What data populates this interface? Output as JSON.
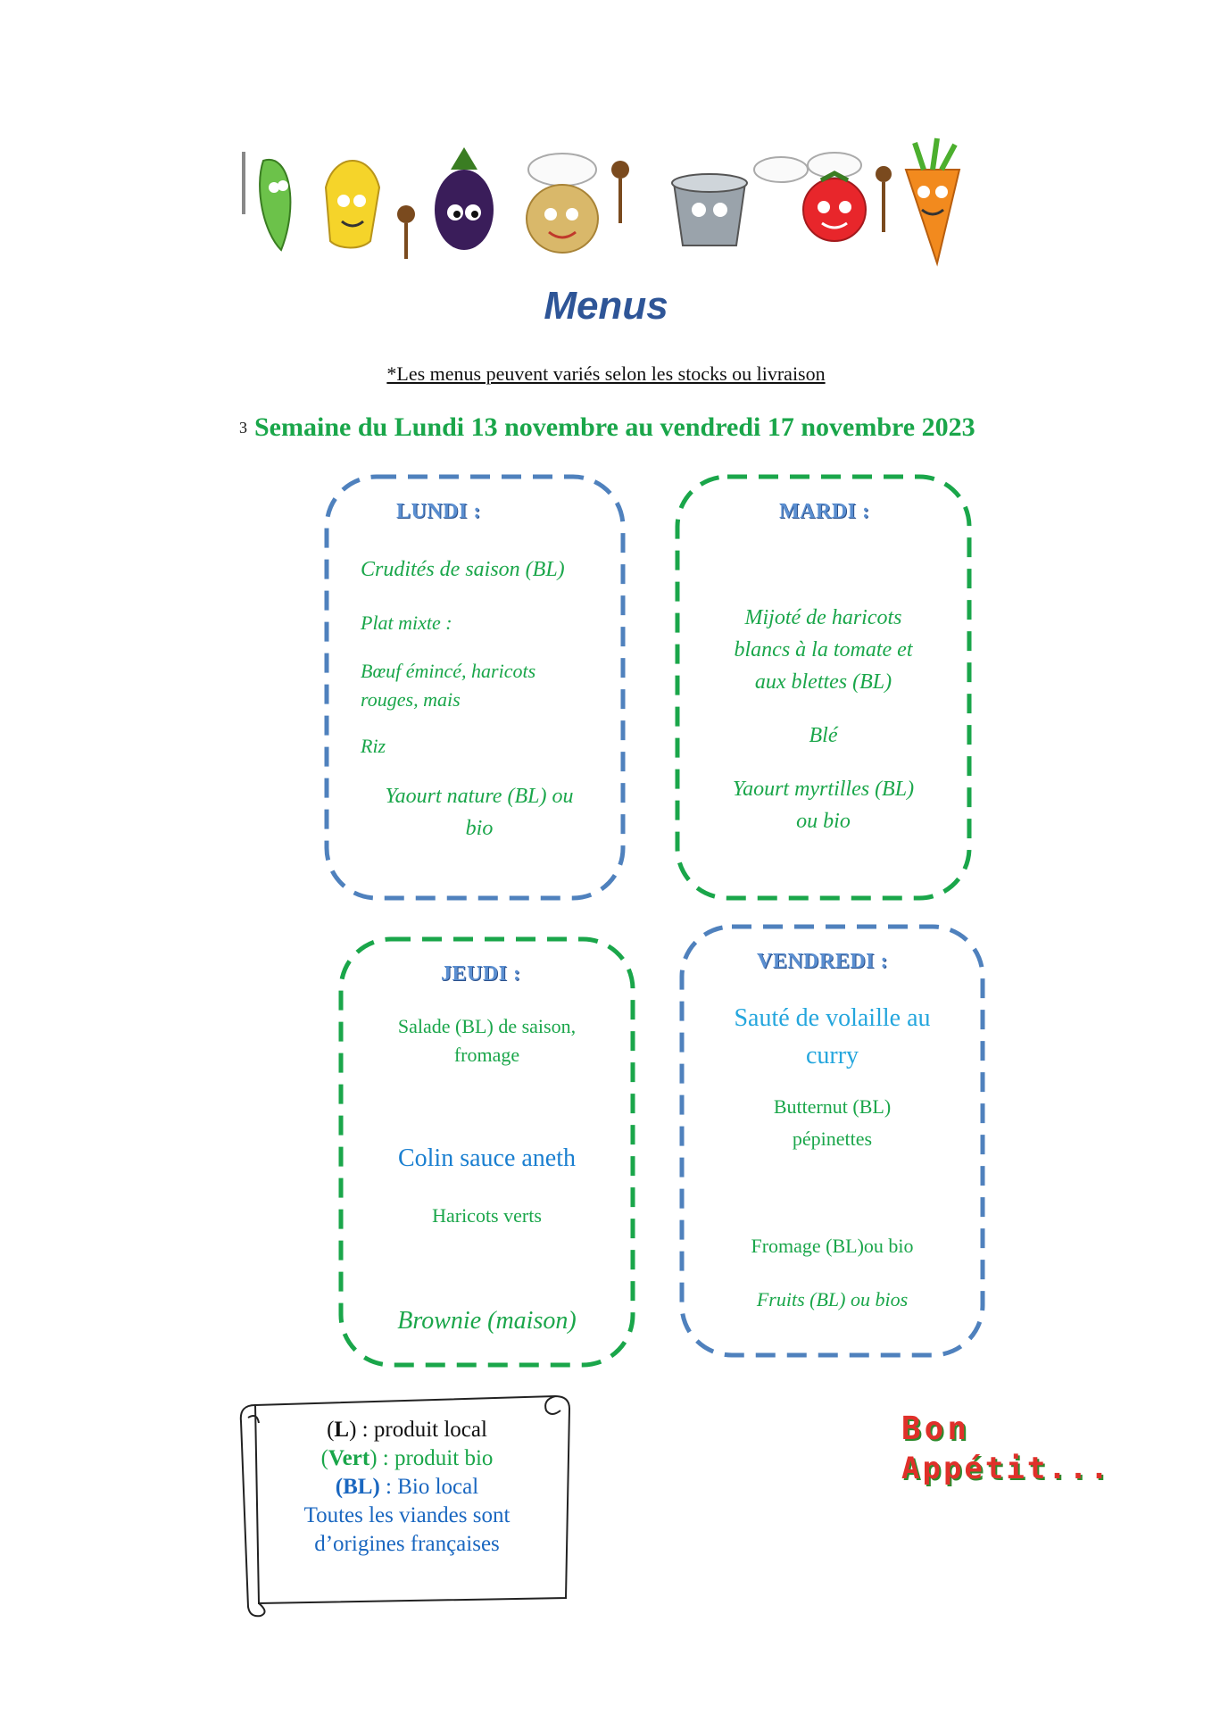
{
  "header": {
    "title": "Menus",
    "note": "*Les menus peuvent variés selon les stocks ou livraison",
    "week_number": "3",
    "week_title": "Semaine du Lundi 13 novembre au vendredi 17 novembre 2023"
  },
  "days": {
    "lundi": {
      "title": "LUNDI :",
      "items": [
        "Crudités de saison (BL)",
        "Plat mixte :",
        "Bœuf émincé, haricots",
        "rouges, mais",
        "Riz",
        "Yaourt nature (BL) ou",
        "bio"
      ]
    },
    "mardi": {
      "title": "MARDI :",
      "items": [
        "Mijoté de haricots",
        "blancs à la tomate et",
        "aux blettes (BL)",
        "Blé",
        "Yaourt myrtilles (BL)",
        "ou bio"
      ]
    },
    "jeudi": {
      "title": "JEUDI :",
      "items": [
        "Salade (BL) de saison,",
        "fromage",
        "Colin sauce aneth",
        "Haricots verts",
        "Brownie (maison)"
      ]
    },
    "vendredi": {
      "title": "VENDREDI :",
      "items": [
        "Sauté de volaille au",
        "curry",
        "Butternut (BL)",
        "pépinettes",
        "Fromage (BL)ou bio",
        "Fruits (BL) ou bios"
      ]
    }
  },
  "legend": {
    "local_key": "L",
    "local_text": " : produit local",
    "bio_key": "Vert",
    "bio_text": " : produit bio",
    "biolocal_key": "BL",
    "biolocal_text": " : Bio local",
    "line4": "Toutes les viandes sont",
    "line5": "d’origines françaises"
  },
  "signoff": {
    "line1": "Bon",
    "line2": "Appétit..."
  },
  "colors": {
    "title_blue": "#2e5597",
    "green": "#1aa64a",
    "box_blue": "#4f81bd",
    "box_green": "#1aa64a",
    "text_blue": "#1a7fd0"
  }
}
